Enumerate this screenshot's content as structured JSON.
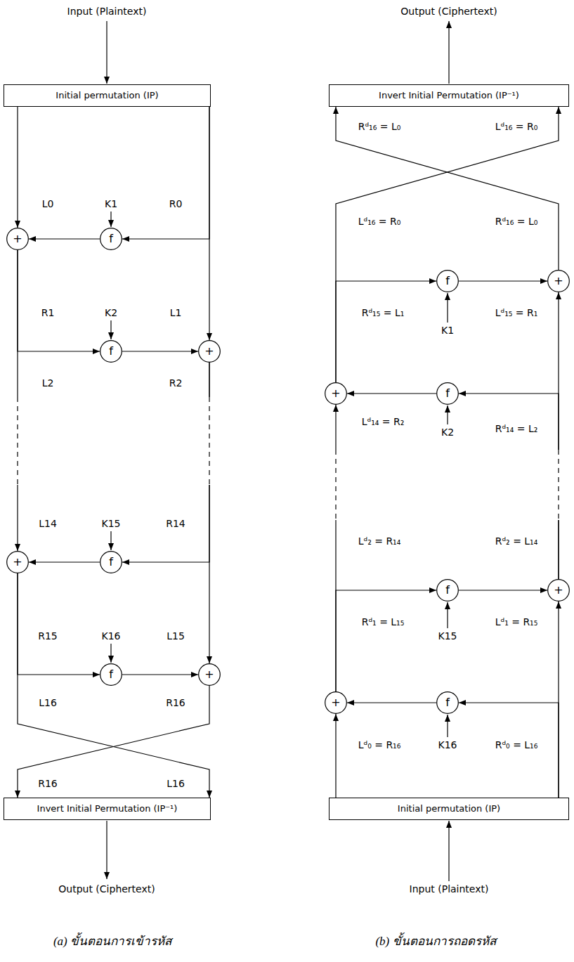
{
  "diagram": {
    "nodes": [
      {
        "text": [
          "Initial permutation (IP)"
        ]
      },
      {
        "text": [
          "+"
        ]
      },
      {
        "text": [
          "f"
        ]
      },
      {
        "text": [
          "f"
        ]
      },
      {
        "text": [
          "+"
        ]
      },
      {
        "text": [
          "+"
        ]
      },
      {
        "text": [
          "f"
        ]
      },
      {
        "text": [
          "f"
        ]
      },
      {
        "text": [
          "+"
        ]
      },
      {
        "text": [
          "Invert Initial Permutation (IP⁻¹)"
        ]
      },
      {
        "text": [
          "Invert Initial Permutation (IP⁻¹)"
        ]
      },
      {
        "text": [
          "f"
        ]
      },
      {
        "text": [
          "+"
        ]
      },
      {
        "text": [
          "+"
        ]
      },
      {
        "text": [
          "f"
        ]
      },
      {
        "text": [
          "f"
        ]
      },
      {
        "text": [
          "+"
        ]
      },
      {
        "text": [
          "+"
        ]
      },
      {
        "text": [
          "f"
        ]
      },
      {
        "text": [
          "Initial permutation (IP)"
        ]
      }
    ],
    "edges": [
      {
        "from": 0,
        "to": 1,
        "arrow": "to"
      },
      {
        "from": 0,
        "to": 2,
        "arrow": "to"
      },
      {
        "from": 0,
        "to": 4,
        "arrow": "to"
      },
      {
        "from": 2,
        "to": 1,
        "arrow": "to"
      },
      {
        "from": 1,
        "to": 3,
        "arrow": "to"
      },
      {
        "from": 1,
        "to": 5,
        "arrow": "to"
      },
      {
        "from": 3,
        "to": 4,
        "arrow": "to"
      },
      {
        "from": 4,
        "to": 6,
        "arrow": "to"
      },
      {
        "from": 4,
        "to": 8,
        "arrow": "to"
      },
      {
        "from": 6,
        "to": 5,
        "arrow": "to"
      },
      {
        "from": 5,
        "to": 7,
        "arrow": "to"
      },
      {
        "from": 5,
        "to": 9,
        "arrow": "to"
      },
      {
        "from": 7,
        "to": 8,
        "arrow": "to"
      },
      {
        "from": 8,
        "to": 9,
        "arrow": "to"
      },
      {
        "from": 19,
        "to": 17,
        "arrow": "to"
      },
      {
        "from": 19,
        "to": 18,
        "arrow": "to"
      },
      {
        "from": 19,
        "to": 16,
        "arrow": "to"
      },
      {
        "from": 18,
        "to": 17,
        "arrow": "to"
      },
      {
        "from": 17,
        "to": 15,
        "arrow": "to"
      },
      {
        "from": 17,
        "to": 13,
        "arrow": "to"
      },
      {
        "from": 15,
        "to": 16,
        "arrow": "to"
      },
      {
        "from": 16,
        "to": 14,
        "arrow": "to"
      },
      {
        "from": 16,
        "to": 12,
        "arrow": "to"
      },
      {
        "from": 14,
        "to": 13,
        "arrow": "to"
      },
      {
        "from": 13,
        "to": 11,
        "arrow": "to"
      },
      {
        "from": 13,
        "to": 10,
        "arrow": "to"
      },
      {
        "from": 11,
        "to": 12,
        "arrow": "to"
      },
      {
        "from": 12,
        "to": 10,
        "arrow": "to"
      }
    ],
    "labels": [
      "Input (Plaintext)",
      "L0",
      "K1",
      "R0",
      "R1",
      "K2",
      "L1",
      "L2",
      "R2",
      "L14",
      "K15",
      "R14",
      "R15",
      "K16",
      "L15",
      "L16",
      "R16",
      "R16",
      "L16",
      "Output (Ciphertext)",
      "(a) ขั้นตอนการเข้ารหัส",
      "Output (Ciphertext)",
      "Rᵈ₁₆ = L₀",
      "Lᵈ₁₆ = R₀",
      "Lᵈ₁₆ = R₀",
      "Rᵈ₁₆ = L₀",
      "Rᵈ₁₅ = L₁",
      "Lᵈ₁₅ = R₁",
      "K1",
      "Lᵈ₁₄ = R₂",
      "K2",
      "Rᵈ₁₄ = L₂",
      "Lᵈ₂ = R₁₄",
      "Rᵈ₂ = L₁₄",
      "Rᵈ₁ = L₁₅",
      "K15",
      "Lᵈ₁ = R₁₅",
      "Lᵈ₀ = R₁₆",
      "K16",
      "Rᵈ₀ = L₁₆",
      "Input (Plaintext)",
      "(b) ขั้นตอนการถอดรหัส"
    ]
  }
}
